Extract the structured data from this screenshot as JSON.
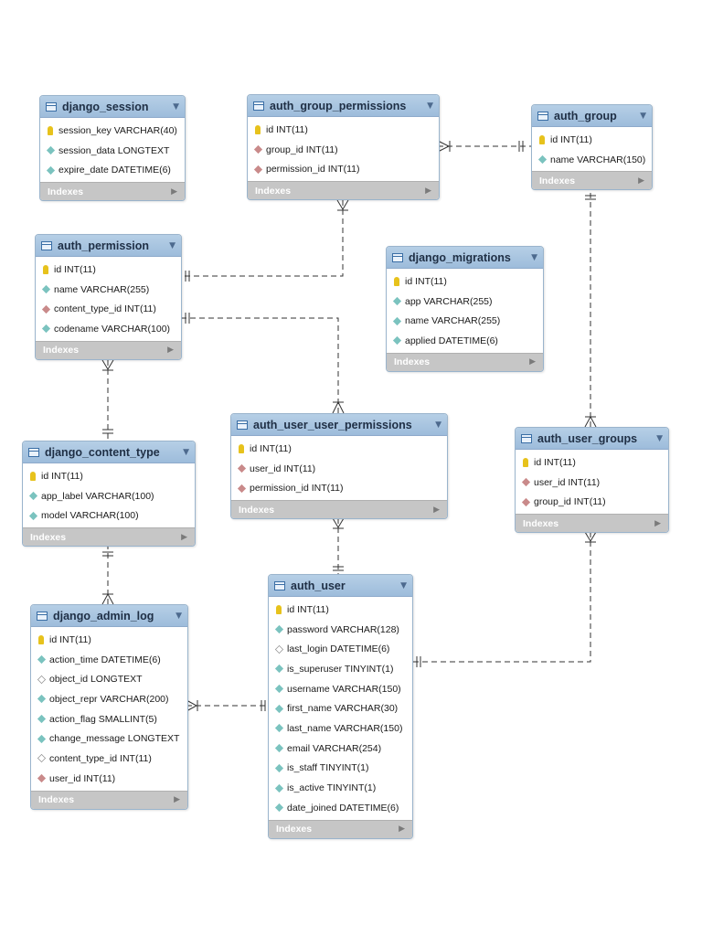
{
  "colors": {
    "header": "#a6c4e0",
    "footer": "#c6c6c6",
    "line": "#333333"
  },
  "icons": {
    "primary_key": "key-icon",
    "column": "diamond-icon",
    "foreign_key": "red-diamond-icon",
    "nullable": "hollow-diamond-icon"
  },
  "tables": [
    {
      "id": "django_session",
      "name": "django_session",
      "footer": "Indexes",
      "columns": [
        {
          "kind": "pk",
          "text": "session_key VARCHAR(40)"
        },
        {
          "kind": "col",
          "text": "session_data LONGTEXT"
        },
        {
          "kind": "col",
          "text": "expire_date DATETIME(6)"
        }
      ]
    },
    {
      "id": "auth_group_permissions",
      "name": "auth_group_permissions",
      "footer": "Indexes",
      "columns": [
        {
          "kind": "pk",
          "text": "id INT(11)"
        },
        {
          "kind": "fk",
          "text": "group_id INT(11)"
        },
        {
          "kind": "fk",
          "text": "permission_id INT(11)"
        }
      ]
    },
    {
      "id": "auth_group",
      "name": "auth_group",
      "footer": "Indexes",
      "columns": [
        {
          "kind": "pk",
          "text": "id INT(11)"
        },
        {
          "kind": "col",
          "text": "name VARCHAR(150)"
        }
      ]
    },
    {
      "id": "auth_permission",
      "name": "auth_permission",
      "footer": "Indexes",
      "columns": [
        {
          "kind": "pk",
          "text": "id INT(11)"
        },
        {
          "kind": "col",
          "text": "name VARCHAR(255)"
        },
        {
          "kind": "fk",
          "text": "content_type_id INT(11)"
        },
        {
          "kind": "col",
          "text": "codename VARCHAR(100)"
        }
      ]
    },
    {
      "id": "django_migrations",
      "name": "django_migrations",
      "footer": "Indexes",
      "columns": [
        {
          "kind": "pk",
          "text": "id INT(11)"
        },
        {
          "kind": "col",
          "text": "app VARCHAR(255)"
        },
        {
          "kind": "col",
          "text": "name VARCHAR(255)"
        },
        {
          "kind": "col",
          "text": "applied DATETIME(6)"
        }
      ]
    },
    {
      "id": "django_content_type",
      "name": "django_content_type",
      "footer": "Indexes",
      "columns": [
        {
          "kind": "pk",
          "text": "id INT(11)"
        },
        {
          "kind": "col",
          "text": "app_label VARCHAR(100)"
        },
        {
          "kind": "col",
          "text": "model VARCHAR(100)"
        }
      ]
    },
    {
      "id": "auth_user_user_permissions",
      "name": "auth_user_user_permissions",
      "footer": "Indexes",
      "columns": [
        {
          "kind": "pk",
          "text": "id INT(11)"
        },
        {
          "kind": "fk",
          "text": "user_id INT(11)"
        },
        {
          "kind": "fk",
          "text": "permission_id INT(11)"
        }
      ]
    },
    {
      "id": "auth_user_groups",
      "name": "auth_user_groups",
      "footer": "Indexes",
      "columns": [
        {
          "kind": "pk",
          "text": "id INT(11)"
        },
        {
          "kind": "fk",
          "text": "user_id INT(11)"
        },
        {
          "kind": "fk",
          "text": "group_id INT(11)"
        }
      ]
    },
    {
      "id": "django_admin_log",
      "name": "django_admin_log",
      "footer": "Indexes",
      "columns": [
        {
          "kind": "pk",
          "text": "id INT(11)"
        },
        {
          "kind": "col",
          "text": "action_time DATETIME(6)"
        },
        {
          "kind": "nul",
          "text": "object_id LONGTEXT"
        },
        {
          "kind": "col",
          "text": "object_repr VARCHAR(200)"
        },
        {
          "kind": "col",
          "text": "action_flag SMALLINT(5)"
        },
        {
          "kind": "col",
          "text": "change_message LONGTEXT"
        },
        {
          "kind": "nul",
          "text": "content_type_id INT(11)"
        },
        {
          "kind": "fk",
          "text": "user_id INT(11)"
        }
      ]
    },
    {
      "id": "auth_user",
      "name": "auth_user",
      "footer": "Indexes",
      "columns": [
        {
          "kind": "pk",
          "text": "id INT(11)"
        },
        {
          "kind": "col",
          "text": "password VARCHAR(128)"
        },
        {
          "kind": "nul",
          "text": "last_login DATETIME(6)"
        },
        {
          "kind": "col",
          "text": "is_superuser TINYINT(1)"
        },
        {
          "kind": "col",
          "text": "username VARCHAR(150)"
        },
        {
          "kind": "col",
          "text": "first_name VARCHAR(30)"
        },
        {
          "kind": "col",
          "text": "last_name VARCHAR(150)"
        },
        {
          "kind": "col",
          "text": "email VARCHAR(254)"
        },
        {
          "kind": "col",
          "text": "is_staff TINYINT(1)"
        },
        {
          "kind": "col",
          "text": "is_active TINYINT(1)"
        },
        {
          "kind": "col",
          "text": "date_joined DATETIME(6)"
        }
      ]
    }
  ],
  "relationships": [
    {
      "from": "auth_group_permissions",
      "to": "auth_group"
    },
    {
      "from": "auth_group_permissions",
      "to": "auth_permission"
    },
    {
      "from": "auth_user_user_permissions",
      "to": "auth_permission"
    },
    {
      "from": "auth_user_user_permissions",
      "to": "auth_user"
    },
    {
      "from": "auth_user_groups",
      "to": "auth_group"
    },
    {
      "from": "auth_user_groups",
      "to": "auth_user"
    },
    {
      "from": "auth_permission",
      "to": "django_content_type"
    },
    {
      "from": "django_admin_log",
      "to": "django_content_type"
    },
    {
      "from": "django_admin_log",
      "to": "auth_user"
    }
  ]
}
